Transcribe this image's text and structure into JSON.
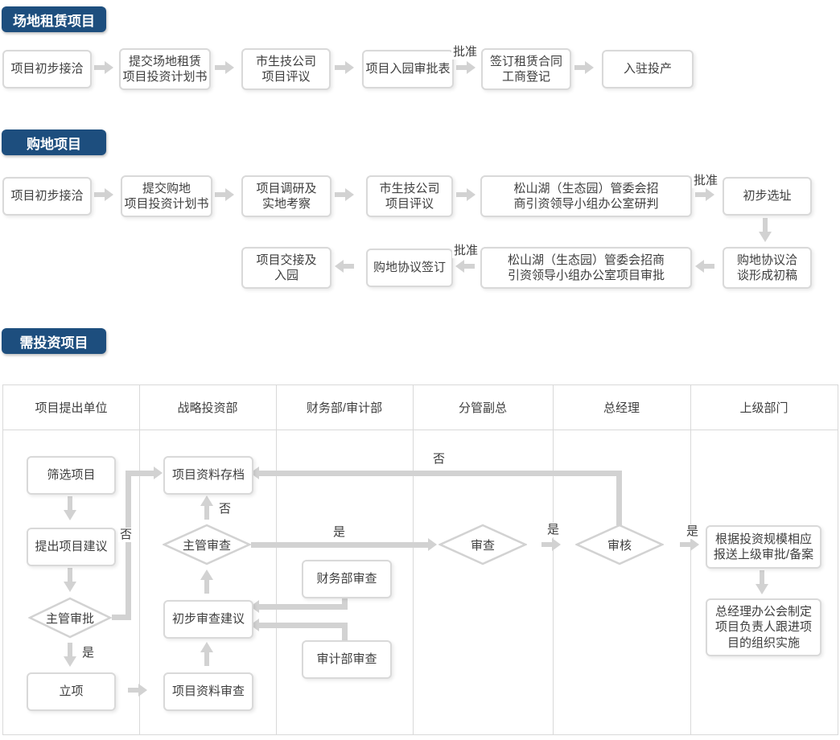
{
  "colors": {
    "badge": "#1d4e7e",
    "box_border": "#d9d9d9",
    "connector": "#d2d2d2",
    "text": "#3e3e3e"
  },
  "site_lease": {
    "title": "场地租赁项目",
    "approve": "批准",
    "steps": {
      "s1": "项目初步接洽",
      "s2": "提交场地租赁\n项目投资计划书",
      "s3": "市生技公司\n项目评议",
      "s4": "项目入园审批表",
      "s5": "签订租赁合同\n工商登记",
      "s6": "入驻投产"
    }
  },
  "land_purchase": {
    "title": "购地项目",
    "approve": "批准",
    "row1": {
      "s1": "项目初步接洽",
      "s2": "提交购地\n项目投资计划书",
      "s3": "项目调研及\n实地考察",
      "s4": "市生技公司\n项目评议",
      "s5": "松山湖（生态园）管委会招\n商引资领导小组办公室研判",
      "s6": "初步选址"
    },
    "row2": {
      "s1": "购地协议洽\n谈形成初稿",
      "s2": "松山湖（生态园）管委会招商\n引资领导小组办公室项目审批",
      "s3": "购地协议签订",
      "s4": "项目交接及\n入园"
    }
  },
  "investment": {
    "title": "需投资项目",
    "yes": "是",
    "no": "否",
    "lanes": [
      "项目提出单位",
      "战略投资部",
      "财务部/审计部",
      "分管副总",
      "总经理",
      "上级部门"
    ],
    "nodes": {
      "screen": "筛选项目",
      "propose": "提出项目建议",
      "supervisor_approval": "主管审批",
      "establish": "立项",
      "archive": "项目资料存档",
      "supervisor_review": "主管审查",
      "preliminary_opinion": "初步审查建议",
      "material_review": "项目资料审查",
      "finance_review": "财务部审查",
      "audit_review": "审计部审查",
      "vp_review": "审查",
      "gm_check": "审核",
      "report_superior": "根据投资规模相应\n报送上级审批/备案",
      "gm_office": "总经理办公会制定\n项目负责人跟进项\n目的组织实施"
    }
  }
}
